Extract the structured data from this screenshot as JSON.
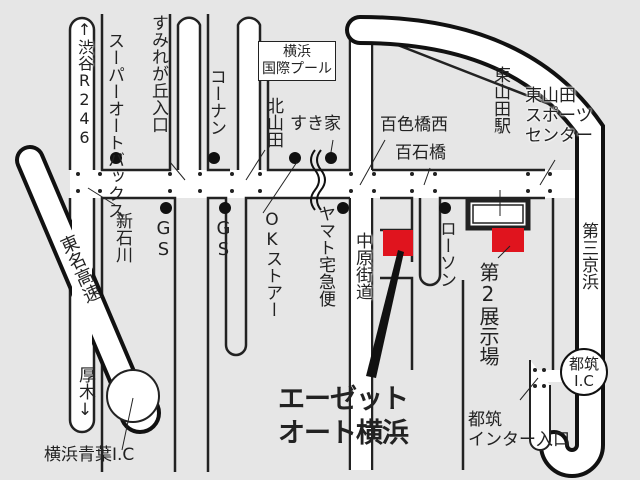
{
  "map": {
    "title": "エーゼットオート横浜",
    "destination": {
      "line1": "エーゼット",
      "line2": "オート横浜"
    },
    "colors": {
      "background": "#e6e6e6",
      "road": "#ffffff",
      "road_outline": "#222222",
      "highway_outline": "#111111",
      "marker": "#e0141e"
    },
    "roads": {
      "r246": {
        "label": "↑渋谷R246",
        "direction_down": "厚木↓"
      },
      "tomei": "東名高速",
      "daisan_keihin": "第三京浜",
      "nakahara_kaido": "中原街道"
    },
    "interchanges": {
      "aoba": "横浜青葉I.C",
      "tsuzuki": {
        "line1": "都筑",
        "line2": "I.C"
      },
      "tsuzuki_entrance": {
        "line1": "都筑",
        "line2": "インター入口"
      }
    },
    "landmarks": {
      "super_autobacs": "スーパーオートバックス",
      "sumiregaoka": "すみれが丘入口",
      "konan": "コーナン",
      "pool": {
        "line1": "横浜",
        "line2": "国際プール"
      },
      "kitayamada": "北山田",
      "sukiya": "すき家",
      "momoirobashi_nishi": "百色橋西",
      "momoishibashi": "百石橋",
      "higashiyamada_station": "東山田駅",
      "sports_center": {
        "line1": "東山田",
        "line2": "スポーツ",
        "line3": "センター"
      },
      "shin_ishikawa": "新石川",
      "gs1": "GS",
      "gs2": "GS",
      "ok_store": "OKストアー",
      "yamato": "ヤマト宅急便",
      "lawson": "ローソン",
      "showroom2": "第2展示場"
    }
  }
}
